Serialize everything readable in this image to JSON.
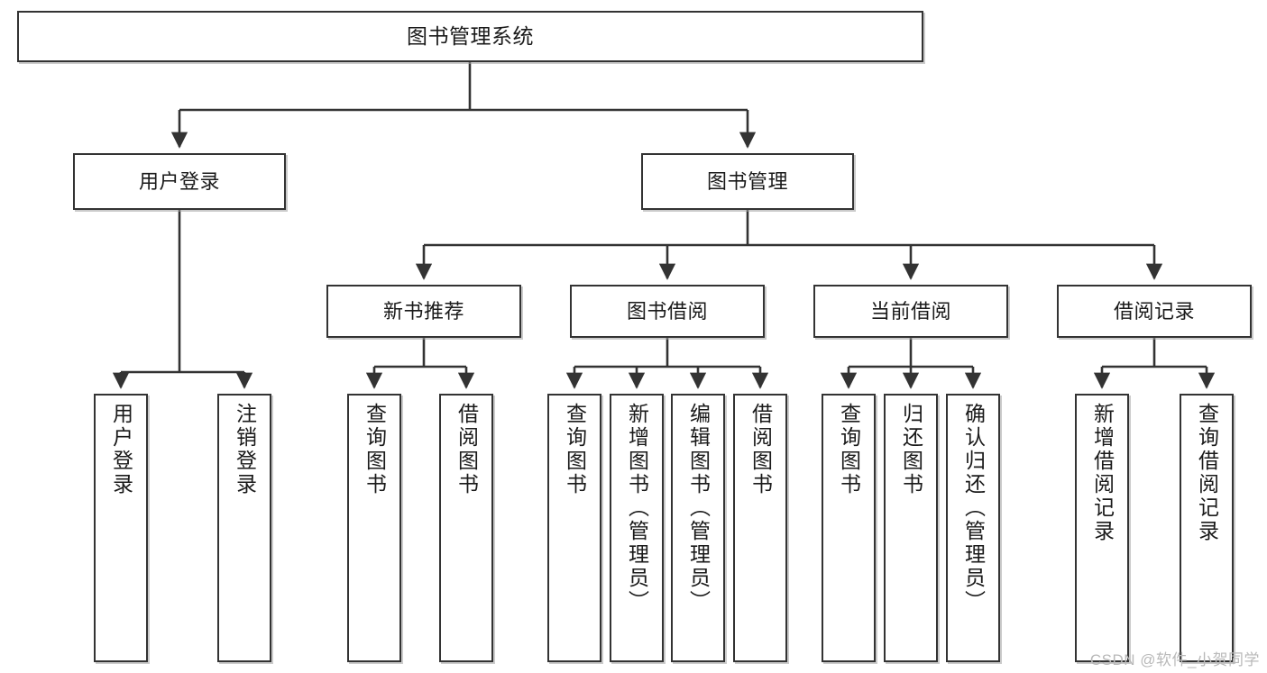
{
  "diagram": {
    "title": "图书管理系统",
    "type": "tree-hierarchy-chart",
    "watermark": "CSDN @软件_小贺同学",
    "colors": {
      "stroke": "#333333",
      "fill": "#ffffff",
      "text": "#1a1a1a",
      "watermark": "#b9b9b9"
    }
  },
  "nodes": {
    "root": {
      "label": "图书管理系统"
    },
    "level2": [
      {
        "id": "user-login",
        "label": "用户登录"
      },
      {
        "id": "book-manage",
        "label": "图书管理"
      }
    ],
    "level3": [
      {
        "id": "new-book-recommend",
        "label": "新书推荐"
      },
      {
        "id": "book-borrow",
        "label": "图书借阅"
      },
      {
        "id": "current-borrow",
        "label": "当前借阅"
      },
      {
        "id": "borrow-record",
        "label": "借阅记录"
      }
    ],
    "level4": [
      {
        "id": "leaf-user-login",
        "label": "用户登录",
        "parent": "user-login"
      },
      {
        "id": "leaf-logout-login",
        "label": "注销登录",
        "parent": "user-login"
      },
      {
        "id": "leaf-query-book-1",
        "label": "查询图书",
        "parent": "new-book-recommend"
      },
      {
        "id": "leaf-borrow-book-1",
        "label": "借阅图书",
        "parent": "new-book-recommend"
      },
      {
        "id": "leaf-query-book-2",
        "label": "查询图书",
        "parent": "book-borrow"
      },
      {
        "id": "leaf-add-book",
        "label": "新增图书（管理员）",
        "parent": "book-borrow"
      },
      {
        "id": "leaf-edit-book",
        "label": "编辑图书（管理员）",
        "parent": "book-borrow"
      },
      {
        "id": "leaf-borrow-book-2",
        "label": "借阅图书",
        "parent": "book-borrow"
      },
      {
        "id": "leaf-query-book-3",
        "label": "查询图书",
        "parent": "current-borrow"
      },
      {
        "id": "leaf-return-book",
        "label": "归还图书",
        "parent": "current-borrow"
      },
      {
        "id": "leaf-confirm-return",
        "label": "确认归还（管理员）",
        "parent": "current-borrow"
      },
      {
        "id": "leaf-add-record",
        "label": "新增借阅记录",
        "parent": "borrow-record"
      },
      {
        "id": "leaf-query-record",
        "label": "查询借阅记录",
        "parent": "borrow-record"
      }
    ]
  }
}
